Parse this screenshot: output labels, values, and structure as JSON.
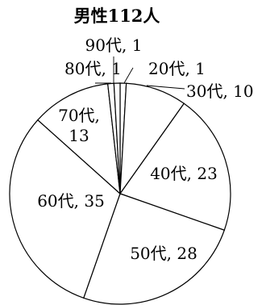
{
  "chart_data": {
    "type": "pie",
    "title": "男性112人",
    "categories": [
      "20代",
      "30代",
      "40代",
      "50代",
      "60代",
      "70代",
      "80代",
      "90代"
    ],
    "values": [
      1,
      10,
      23,
      28,
      35,
      13,
      1,
      1
    ],
    "labels": [
      "20代, 1",
      "30代, 10",
      "40代, 23",
      "50代, 28",
      "60代, 35",
      "70代, 13",
      "80代, 1",
      "90代, 1"
    ]
  }
}
